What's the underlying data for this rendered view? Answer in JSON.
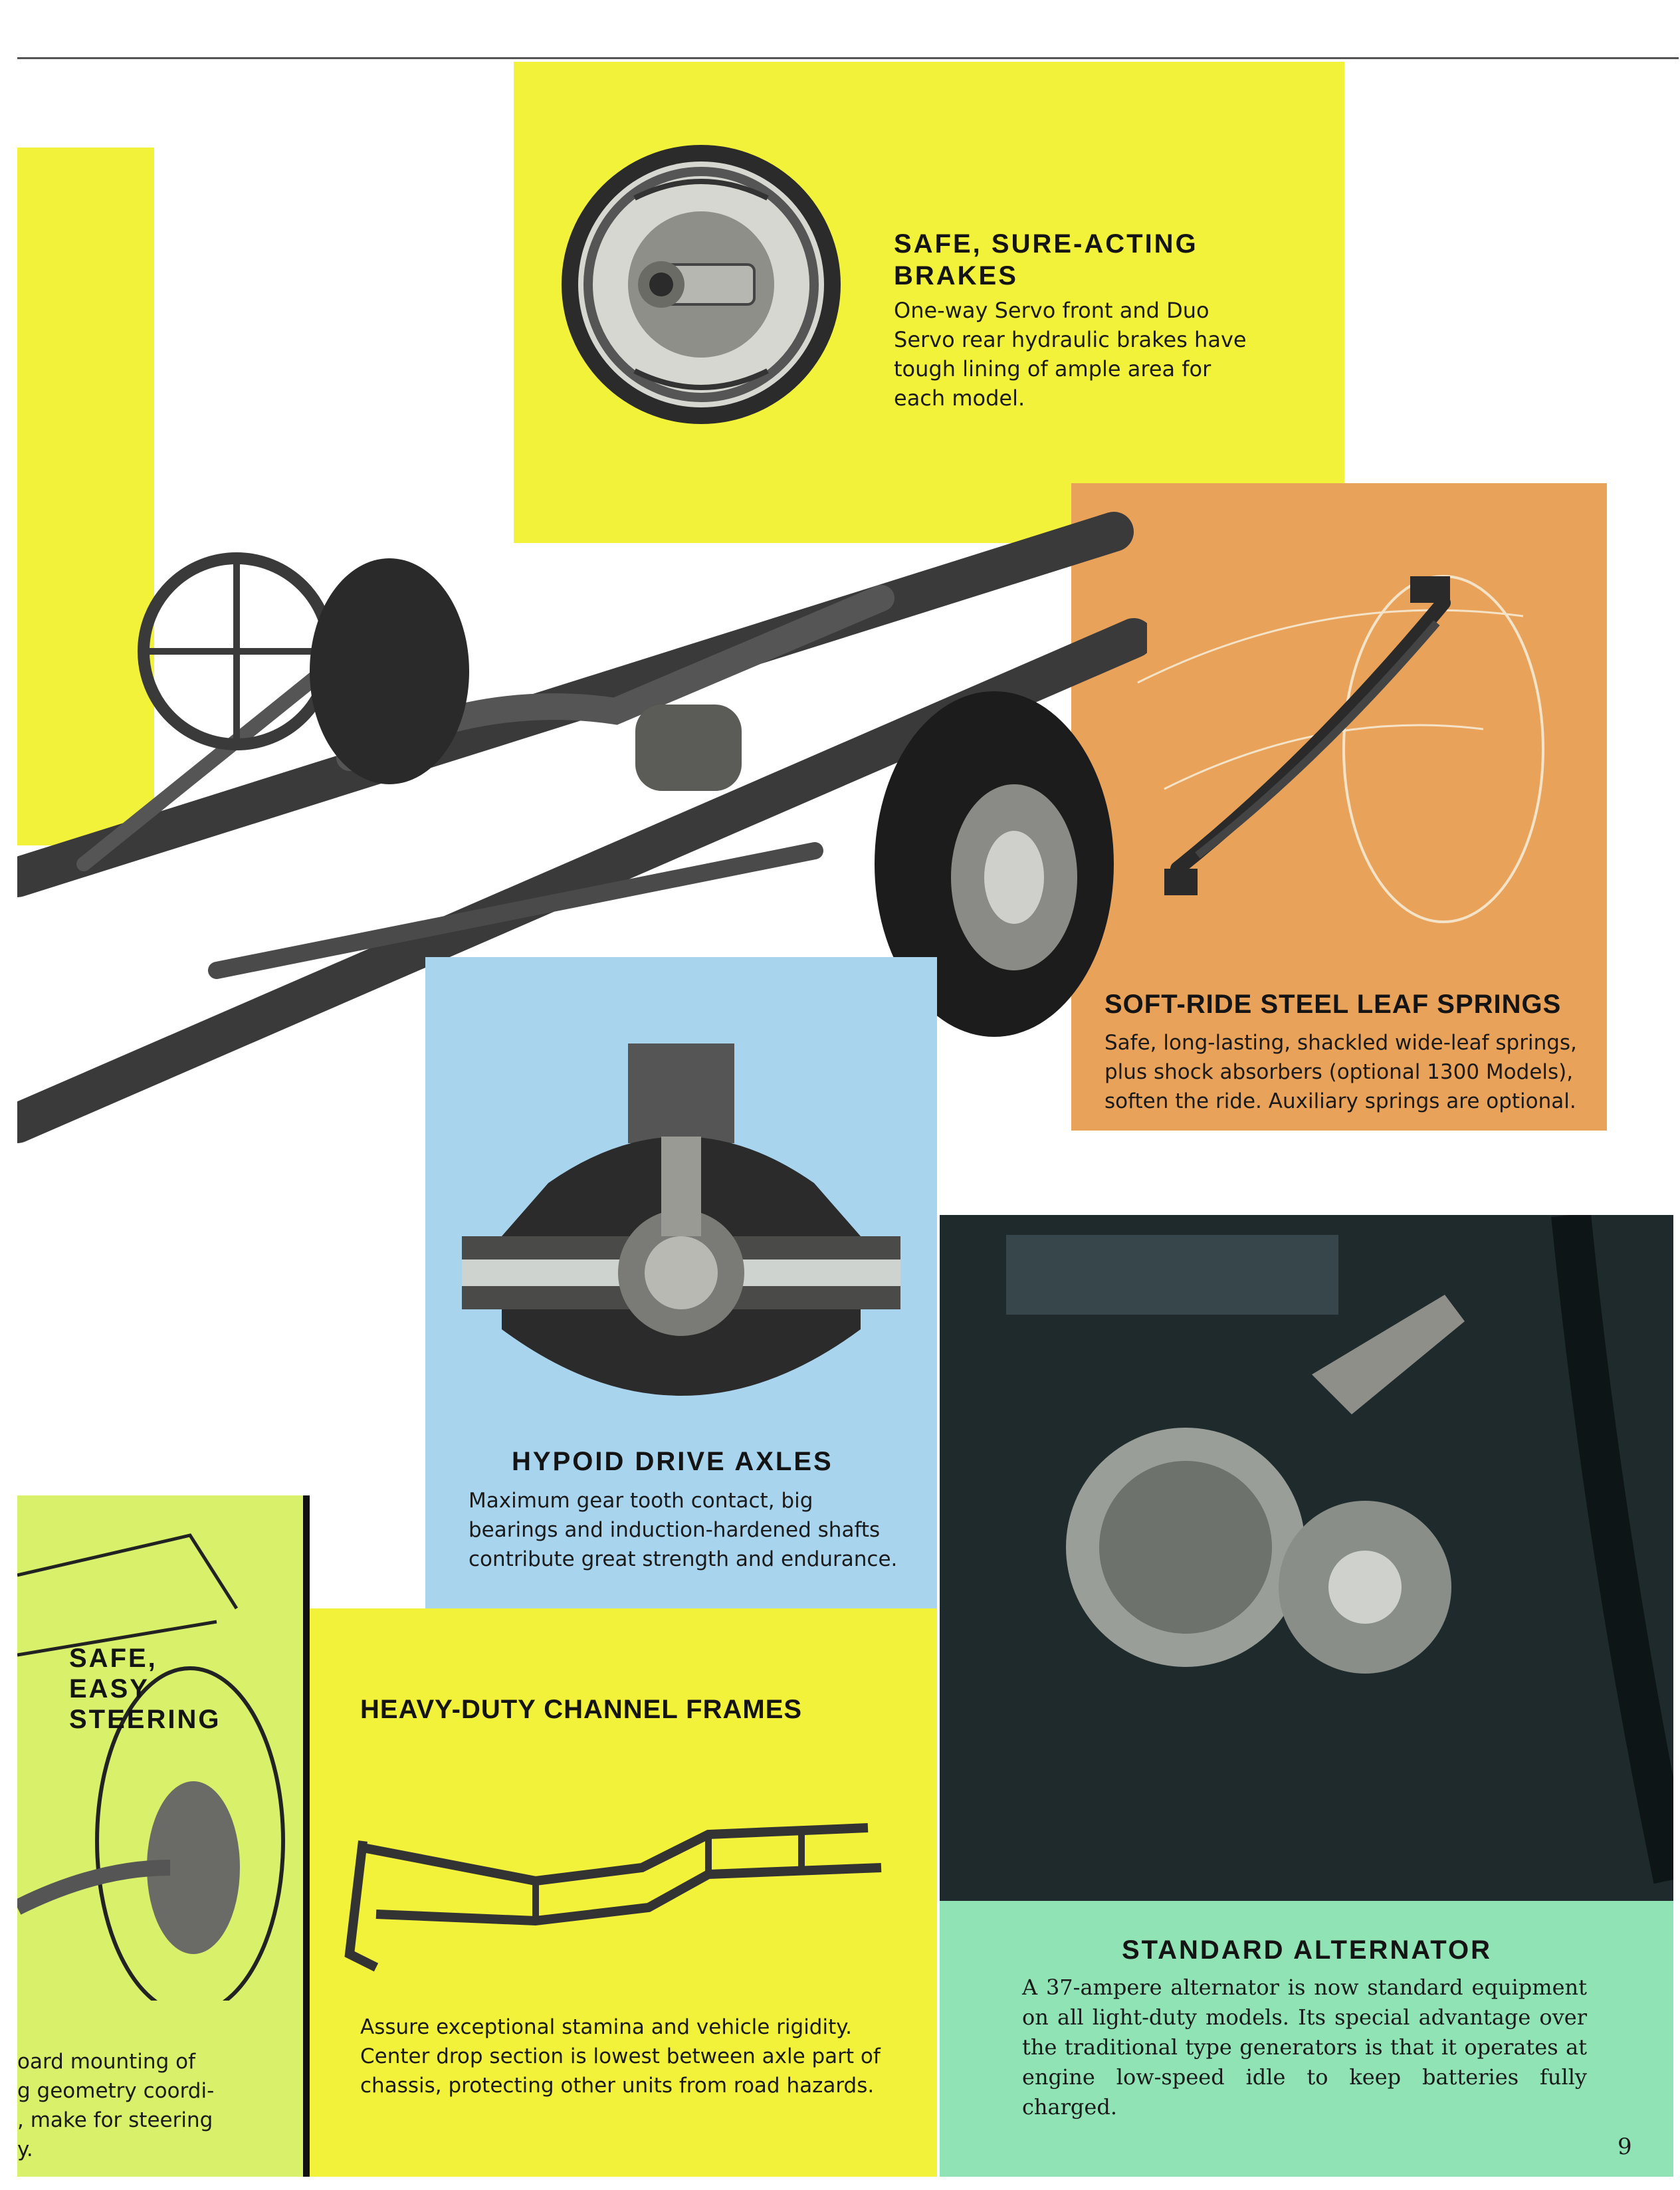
{
  "brakes": {
    "title": "SAFE, SURE-ACTING BRAKES",
    "text": "One-way Servo front and Duo Servo rear hydraulic brakes have tough lining of ample area for each model."
  },
  "springs": {
    "title": "SOFT-RIDE STEEL LEAF SPRINGS",
    "text": "Safe, long-lasting, shackled wide-leaf springs, plus shock absorbers (optional 1300 Models), soften the ride. Auxiliary springs are optional."
  },
  "axles": {
    "title": "HYPOID DRIVE AXLES",
    "text": "Maximum gear tooth contact, big bearings and induction-hardened shafts contribute great strength and endurance."
  },
  "steering": {
    "title_line1": "SAFE,",
    "title_line2": "EASY",
    "title_line3": "STEERING",
    "text_line1": "oard mounting of",
    "text_line2": "g geometry coordi-",
    "text_line3": ", make for steering",
    "text_line4": "y."
  },
  "frames": {
    "title": "HEAVY-DUTY CHANNEL FRAMES",
    "text": "Assure exceptional stamina and vehicle rigidity. Center drop section is lowest between axle part of chassis, protecting other units from road hazards."
  },
  "alternator": {
    "title": "STANDARD ALTERNATOR",
    "text": "A 37-ampere alternator is now standard equipment on all light-duty models. Its special advantage over the traditional type generators is that it operates at engine low-speed idle to keep batteries fully charged."
  },
  "page_number": "9"
}
